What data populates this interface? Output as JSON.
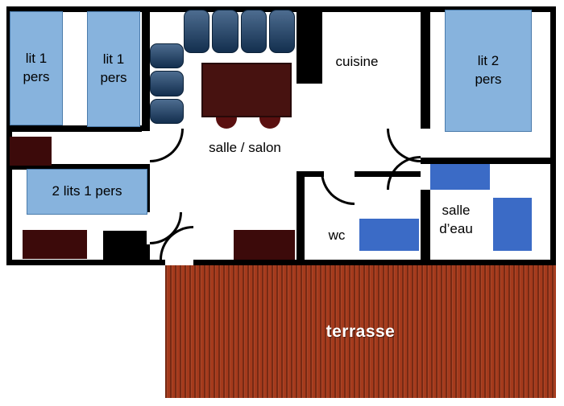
{
  "plan": {
    "labels": {
      "bed_single_1": "lit 1\npers",
      "bed_single_2": "lit 1\npers",
      "twin_beds": "2 lits 1 pers",
      "bed_double": "lit 2\npers",
      "living_room": "salle / salon",
      "kitchen": "cuisine",
      "wc": "wc",
      "bathroom": "salle\nd’eau",
      "terrace": "terrasse"
    },
    "colors": {
      "wall": "#000000",
      "bed": "#87b3dd",
      "sofa": "#1b4370",
      "table": "#471210",
      "chair": "#5a1010",
      "storage": "#3c0a0a",
      "bath_fixture": "#3b6bc6",
      "terrace": "#a53a1c"
    }
  }
}
